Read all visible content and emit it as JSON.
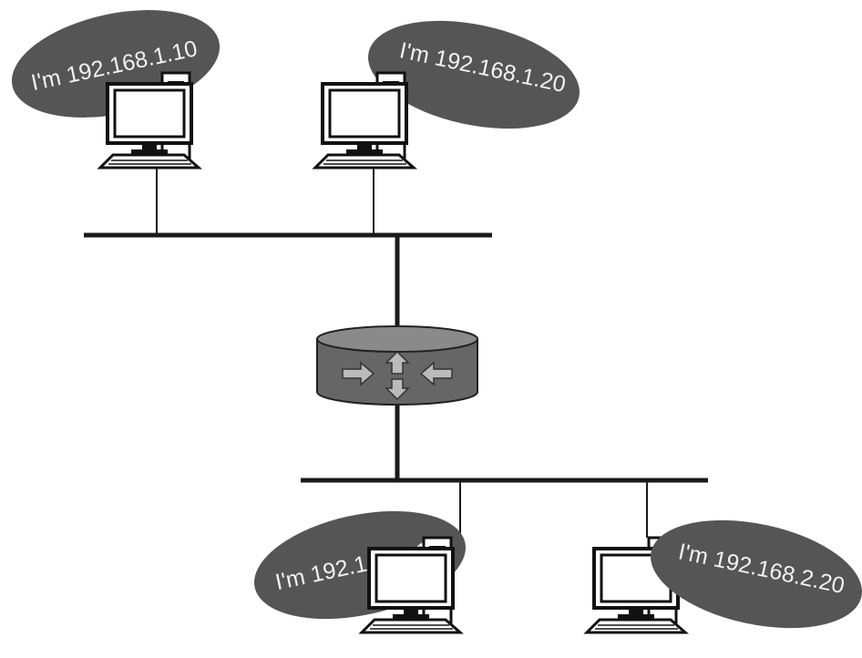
{
  "colors": {
    "background": "#ffffff",
    "line": "#1a1a1a",
    "bubble": "#555555",
    "bubble_text": "#f2f2f2",
    "router_body": "#666666",
    "router_top": "#8a8a8a",
    "computer_outline": "#111111"
  },
  "hosts": [
    {
      "label": "I'm 192.168.1.10",
      "icon": "desktop-computer-icon"
    },
    {
      "label": "I'm 192.168.1.20",
      "icon": "desktop-computer-icon"
    },
    {
      "label": "I'm 192.168.2.10",
      "icon": "desktop-computer-icon"
    },
    {
      "label": "I'm 192.168.2.20",
      "icon": "desktop-computer-icon"
    }
  ],
  "router": {
    "icon": "router-icon"
  }
}
